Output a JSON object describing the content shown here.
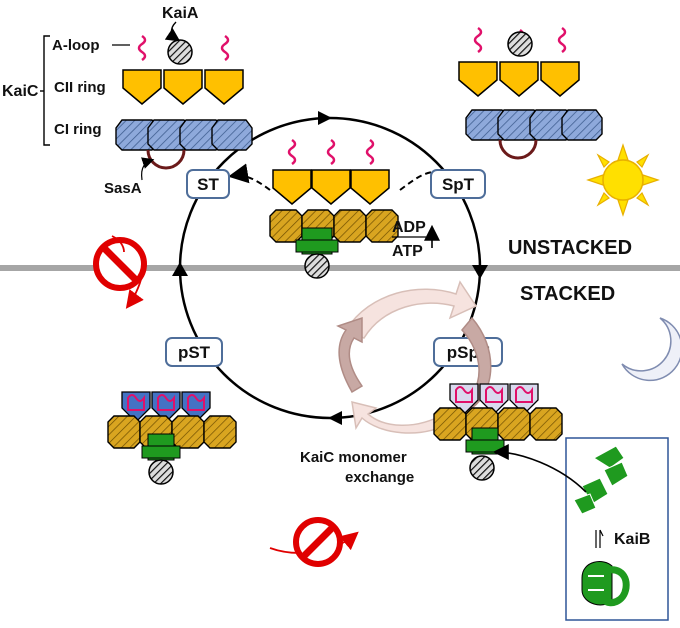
{
  "labels": {
    "kaia": "KaiA",
    "a_loop": "A-loop",
    "kaic": "KaiC",
    "cii_ring": "CII ring",
    "ci_ring": "CI ring",
    "sasa": "SasA",
    "kaib": "KaiB",
    "unstacked": "UNSTACKED",
    "stacked": "STACKED",
    "adp": "ADP",
    "atp": "ATP",
    "exchange_line1": "KaiC monomer",
    "exchange_line2": "exchange"
  },
  "states": {
    "st": "ST",
    "spt": "SpT",
    "pst": "pST",
    "pspt": "pSpT"
  },
  "colors": {
    "cii_gold": "#FFC000",
    "ci_blue": "#8EA9DB",
    "a_loop": "#E0106A",
    "kaib_green": "#1F9A1F",
    "kaia_hatch": "#333333",
    "sun": "#FFE000",
    "sun_ray": "#FFC000",
    "no_sign": "#E00000",
    "divider": "#A6A6A6",
    "exchange_arrow": "#F2D6D0",
    "state_box_border": "#4F6E9A"
  },
  "icons": [
    "sun-icon",
    "moon-icon",
    "no-rotation-icon"
  ]
}
